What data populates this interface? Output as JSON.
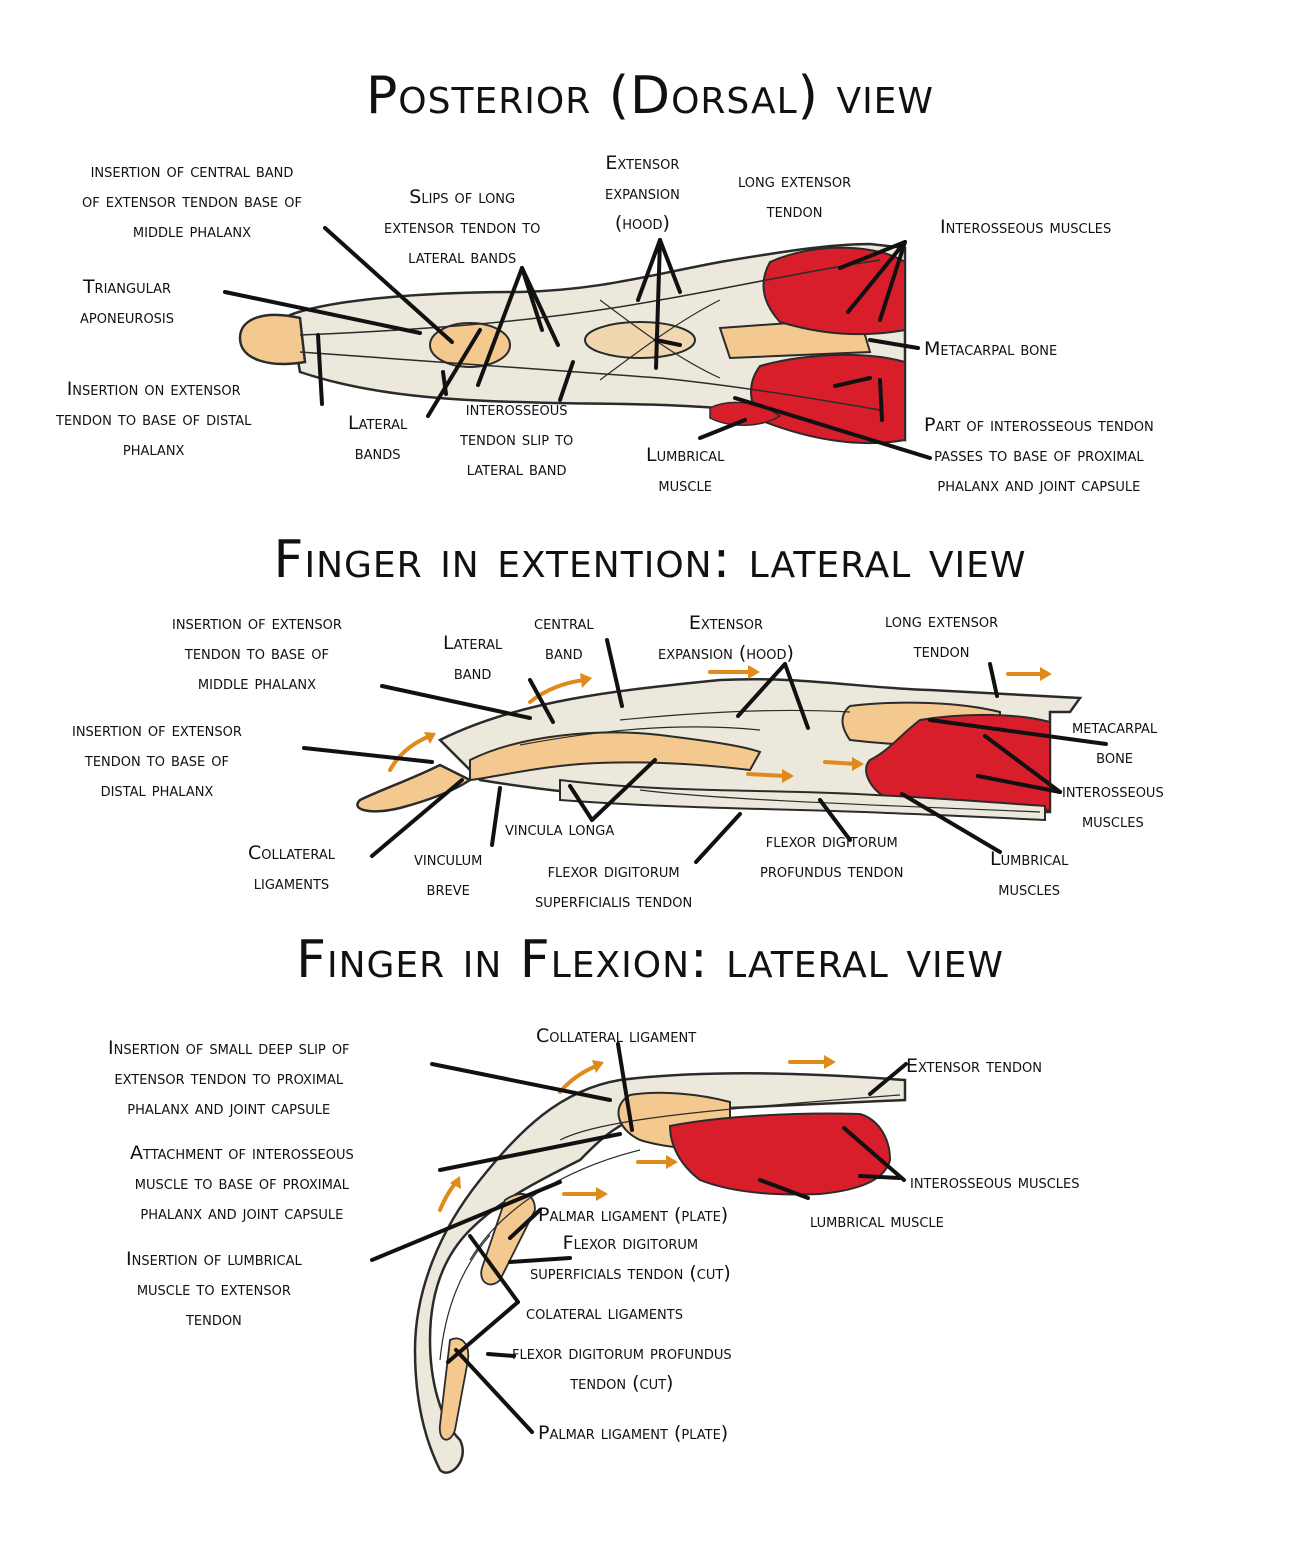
{
  "sections": [
    {
      "title": "Posterior (Dorsal) view",
      "labels": {
        "insertion_central_band": "insertion of central band\nof extensor tendon base of\nmiddle phalanx",
        "slips_long_extensor": "Slips of long\nextensor tendon to\nlateral bands",
        "extensor_expansion": "Extensor\nexpansion\n(hood)",
        "long_extensor_tendon": "long extensor\ntendon",
        "interosseous_muscles": "Interosseous muscles",
        "triangular_aponeurosis": "Triangular\naponeurosis",
        "metacarpal_bone": "Metacarpal bone",
        "insertion_on_extensor": "Insertion on extensor\ntendon to base of distal\nphalanx",
        "lateral_bands": "Lateral\nbands",
        "interosseous_tendon_slip": "interosseous\ntendon slip to\nlateral band",
        "lumbrical_muscle": "Lumbrical\nmuscle",
        "part_interosseous_tendon": "Part of interosseous tendon\npasses to base of proximal\nphalanx and joint capsule"
      }
    },
    {
      "title": "Finger in extention: lateral view",
      "labels": {
        "insertion_middle_phalanx": "insertion of extensor\ntendon to base of\nmiddle phalanx",
        "lateral_band": "Lateral\nband",
        "central_band": "central\nband",
        "extensor_expansion": "Extensor\nexpansion (hood)",
        "long_extensor_tendon": "long extensor\ntendon",
        "insertion_distal_phalanx": "insertion of extensor\ntendon to base of\ndistal phalanx",
        "metacarpal_bone": "metacarpal\nbone",
        "interosseous_muscles": "interosseous\nmuscles",
        "vincula_longa": "vincula longa",
        "flexor_profundus": "flexor digitorum\nprofundus tendon",
        "collateral_ligaments": "Collateral\nligaments",
        "vinculum_breve": "vinculum\nbreve",
        "flexor_superficialis": "flexor digitorum\nsuperficialis tendon",
        "lumbrical_muscles": "Lumbrical\nmuscles"
      }
    },
    {
      "title": "Finger in Flexion: lateral view",
      "labels": {
        "insertion_small_deep_slip": "Insertion of small deep slip of\nextensor tendon to proximal\nphalanx and joint capsule",
        "collateral_ligament": "Collateral ligament",
        "extensor_tendon": "Extensor tendon",
        "attachment_interosseous": "Attachment of interosseous\nmuscle to base of proximal\nphalanx and joint capsule",
        "interosseous_muscles": "interosseous muscles",
        "palmar_ligament_top": "Palmar ligament (plate)",
        "lumbrical_muscle": "lumbrical muscle",
        "insertion_lumbrical": "Insertion of lumbrical\nmuscle to extensor\ntendon",
        "flexor_superficials_cut": "Flexor digitorum\nsuperficials tendon (cut)",
        "colateral_ligaments": "colateral ligaments",
        "flexor_profundus_cut": "flexor digitorum profundus\ntendon (cut)",
        "palmar_ligament_bottom": "Palmar ligament (plate)"
      }
    }
  ],
  "colors": {
    "tendon": "#ece8dc",
    "bone": "#f4c98f",
    "muscle": "#d81e2a",
    "arrow": "#e08a1c",
    "outline": "#2b2b2b"
  }
}
